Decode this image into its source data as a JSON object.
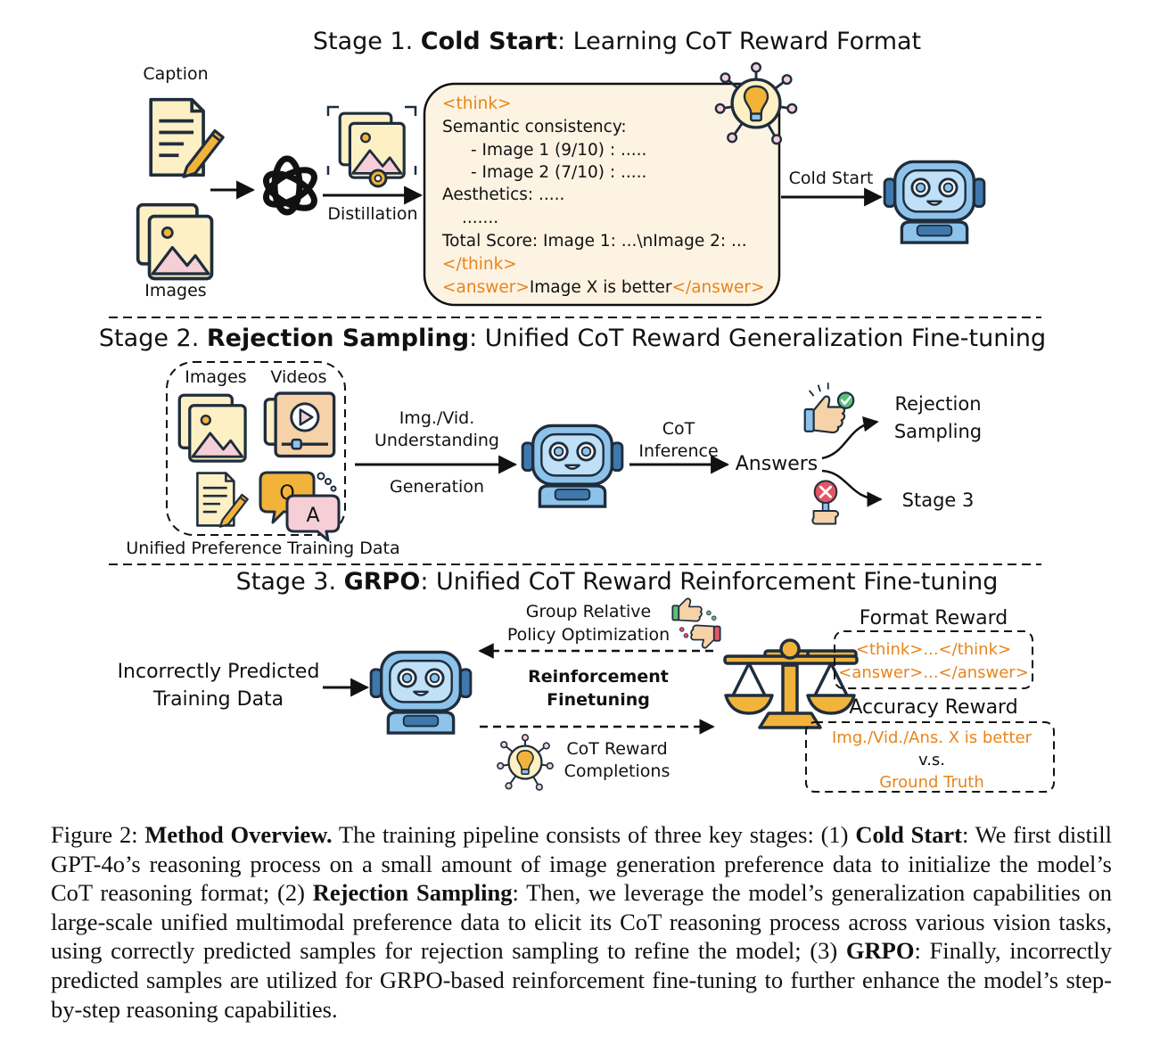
{
  "stage1": {
    "title_prefix": "Stage 1. ",
    "title_bold": "Cold Start",
    "title_rest": ": Learning CoT Reward Format",
    "caption_label": "Caption",
    "images_label": "Images",
    "distillation_label": "Distillation",
    "cold_start_label": "Cold Start",
    "cot_box": {
      "think_open": "<think>",
      "line1": "Semantic consistency:",
      "line2": "- Image 1 (9/10) : .....",
      "line3": "- Image 2 (7/10) : .....",
      "line4": "Aesthetics: .....",
      "line5": ".......",
      "line6": "Total Score: Image 1: ...\\nImage 2: ...",
      "think_close": "</think>",
      "answer_open": "<answer>",
      "answer_text": "Image X is better",
      "answer_close": "</answer>"
    }
  },
  "stage2": {
    "title_prefix": "Stage 2. ",
    "title_bold": "Rejection Sampling",
    "title_rest": ": Unified CoT Reward Generalization Fine-tuning",
    "images_label": "Images",
    "videos_label": "Videos",
    "data_label": "Unified Preference Training Data",
    "understanding_line1": "Img./Vid.",
    "understanding_line2": "Understanding",
    "generation_label": "Generation",
    "cot_line1": "CoT",
    "cot_line2": "Inference",
    "answers_label": "Answers",
    "rejection_line1": "Rejection",
    "rejection_line2": "Sampling",
    "stage3_label": "Stage 3",
    "q_letter": "Q",
    "a_letter": "A"
  },
  "stage3": {
    "title_prefix": "Stage 3. ",
    "title_bold": "GRPO",
    "title_rest": ": Unified CoT Reward Reinforcement Fine-tuning",
    "incorrect_line1": "Incorrectly Predicted",
    "incorrect_line2": "Training Data",
    "grpo_line1": "Group Relative",
    "grpo_line2": "Policy Optimization",
    "rl_line1": "Reinforcement",
    "rl_line2": "Finetuning",
    "completions_line1": "CoT Reward",
    "completions_line2": "Completions",
    "format_reward_label": "Format Reward",
    "format_line1": "<think>...</think>",
    "format_line2": "<answer>...</answer>",
    "accuracy_reward_label": "Accuracy Reward",
    "accuracy_line1": "Img./Vid./Ans. X is better",
    "accuracy_line2": "v.s.",
    "accuracy_line3": "Ground Truth"
  },
  "caption": {
    "prefix": "Figure 2: ",
    "bold1": "Method Overview.",
    "text1": " The training pipeline consists of three key stages: (1) ",
    "bold2": "Cold Start",
    "text2": ": We first distill GPT-4o’s reasoning process on a small amount of image generation preference data to initialize the model’s CoT reasoning format; (2) ",
    "bold3": "Rejection Sampling",
    "text3": ": Then, we leverage the model’s generalization capabilities on large-scale unified multimodal preference data to elicit its CoT reasoning process across various vision tasks, using correctly predicted samples for rejection sampling to refine the model; (3) ",
    "bold4": "GRPO",
    "text4": ": Finally, incorrectly predicted samples are utilized for GRPO-based reinforcement fine-tuning to further enhance the model’s step-by-step reasoning capabilities."
  },
  "colors": {
    "accent_orange": "#e8841a",
    "robot_blue": "#8dc3eb",
    "robot_dark": "#3f78ad",
    "paper_yellow": "#fdf0c4",
    "pink": "#f6cfd6",
    "gold": "#f2b33a",
    "green": "#5bbf7a",
    "red": "#e25563"
  }
}
